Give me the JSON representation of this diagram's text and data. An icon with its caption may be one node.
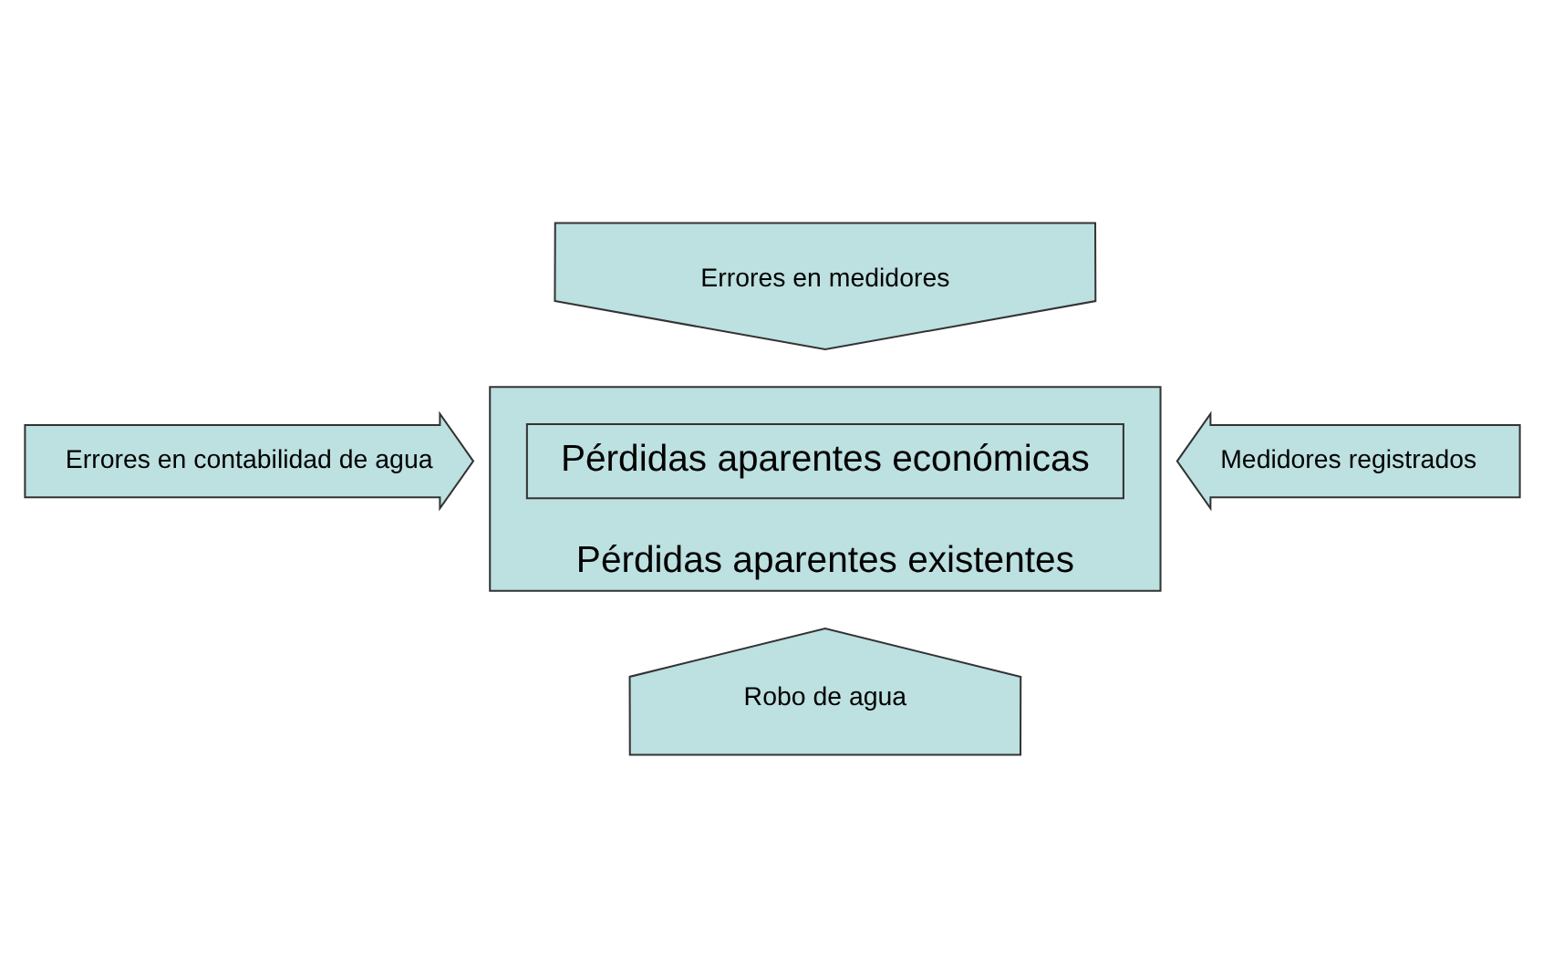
{
  "diagram": {
    "nodes": [
      {
        "text": [
          "Errores en medidores"
        ]
      },
      {
        "text": [
          "Pérdidas aparentes existentes"
        ]
      },
      {
        "text": [
          "Pérdidas aparentes económicas"
        ],
        "in": 1
      },
      {
        "text": [
          "Errores en contabilidad de agua"
        ]
      },
      {
        "text": [
          "Medidores registrados"
        ]
      },
      {
        "text": [
          "Robo de agua"
        ]
      }
    ]
  }
}
